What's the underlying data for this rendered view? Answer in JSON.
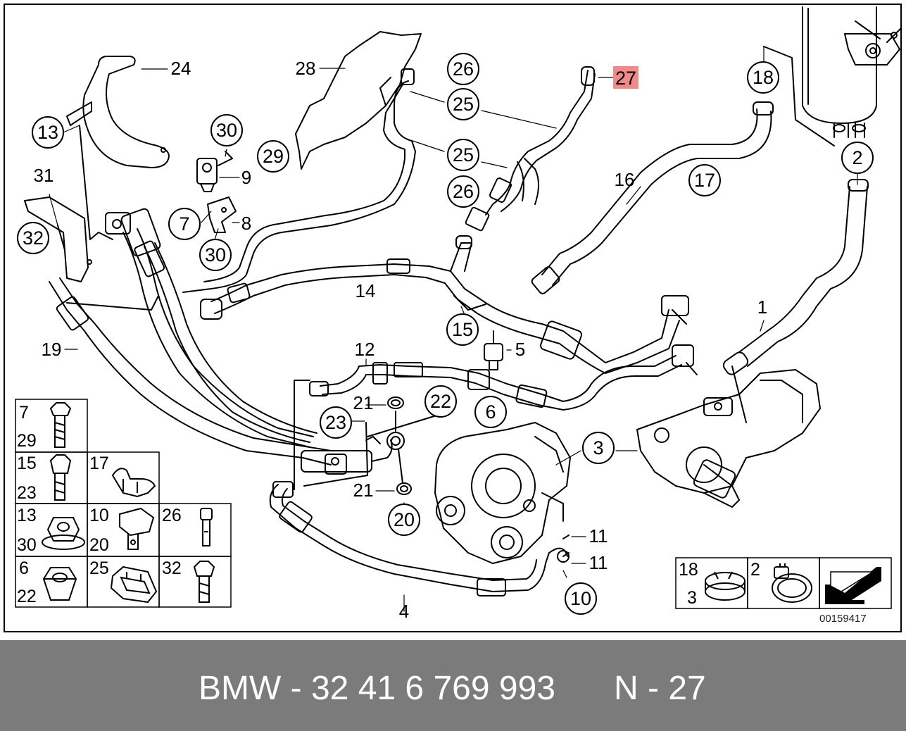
{
  "footer": {
    "part_number": "BMW - 32 41 6 769 993",
    "position": "N - 27"
  },
  "diagram": {
    "doc_id": "00159417",
    "highlight_color": "#f08a8a",
    "callouts_circled": [
      {
        "id": "c13",
        "label": "13"
      },
      {
        "id": "c30a",
        "label": "30"
      },
      {
        "id": "c29",
        "label": "29"
      },
      {
        "id": "c26a",
        "label": "26"
      },
      {
        "id": "c25a",
        "label": "25"
      },
      {
        "id": "c25b",
        "label": "25"
      },
      {
        "id": "c26b",
        "label": "26"
      },
      {
        "id": "c18",
        "label": "18"
      },
      {
        "id": "c2",
        "label": "2"
      },
      {
        "id": "c17",
        "label": "17"
      },
      {
        "id": "c32",
        "label": "32"
      },
      {
        "id": "c7",
        "label": "7"
      },
      {
        "id": "c30b",
        "label": "30"
      },
      {
        "id": "c15",
        "label": "15"
      },
      {
        "id": "c23",
        "label": "23"
      },
      {
        "id": "c22",
        "label": "22"
      },
      {
        "id": "c6",
        "label": "6"
      },
      {
        "id": "c3",
        "label": "3"
      },
      {
        "id": "c20",
        "label": "20"
      },
      {
        "id": "c10",
        "label": "10"
      }
    ],
    "callouts_plain": [
      {
        "id": "p24",
        "label": "24"
      },
      {
        "id": "p28",
        "label": "28"
      },
      {
        "id": "p9",
        "label": "9"
      },
      {
        "id": "p8",
        "label": "8"
      },
      {
        "id": "p31",
        "label": "31"
      },
      {
        "id": "p16",
        "label": "16"
      },
      {
        "id": "p14",
        "label": "14"
      },
      {
        "id": "p19",
        "label": "19"
      },
      {
        "id": "p12",
        "label": "12"
      },
      {
        "id": "p5",
        "label": "5"
      },
      {
        "id": "p1",
        "label": "1"
      },
      {
        "id": "p21a",
        "label": "21"
      },
      {
        "id": "p21b",
        "label": "21"
      },
      {
        "id": "p11a",
        "label": "11"
      },
      {
        "id": "p11b",
        "label": "11"
      },
      {
        "id": "p4",
        "label": "4"
      }
    ],
    "highlighted_callout": {
      "label": "27"
    },
    "hardware_table": [
      {
        "id": "t1",
        "labels": [
          "7",
          "29"
        ],
        "icon": "bolt-icon"
      },
      {
        "id": "t2",
        "labels": [
          "15",
          "23"
        ],
        "icon": "bolt-icon"
      },
      {
        "id": "t3",
        "labels": [
          "17"
        ],
        "icon": "clip-icon"
      },
      {
        "id": "t4",
        "labels": [
          "13",
          "30"
        ],
        "icon": "flange-nut-icon"
      },
      {
        "id": "t5",
        "labels": [
          "10",
          "20"
        ],
        "icon": "banjo-bolt-icon"
      },
      {
        "id": "t6",
        "labels": [
          "26"
        ],
        "icon": "pin-icon"
      },
      {
        "id": "t7",
        "labels": [
          "6",
          "22"
        ],
        "icon": "hex-nut-icon"
      },
      {
        "id": "t8",
        "labels": [
          "25"
        ],
        "icon": "clamp-icon"
      },
      {
        "id": "t9",
        "labels": [
          "32"
        ],
        "icon": "bolt-icon"
      }
    ],
    "clamp_box": [
      {
        "id": "b1",
        "labels": [
          "18",
          "3"
        ],
        "icon": "spring-clamp-icon"
      },
      {
        "id": "b2",
        "labels": [
          "2"
        ],
        "icon": "hose-clamp-icon"
      }
    ]
  }
}
